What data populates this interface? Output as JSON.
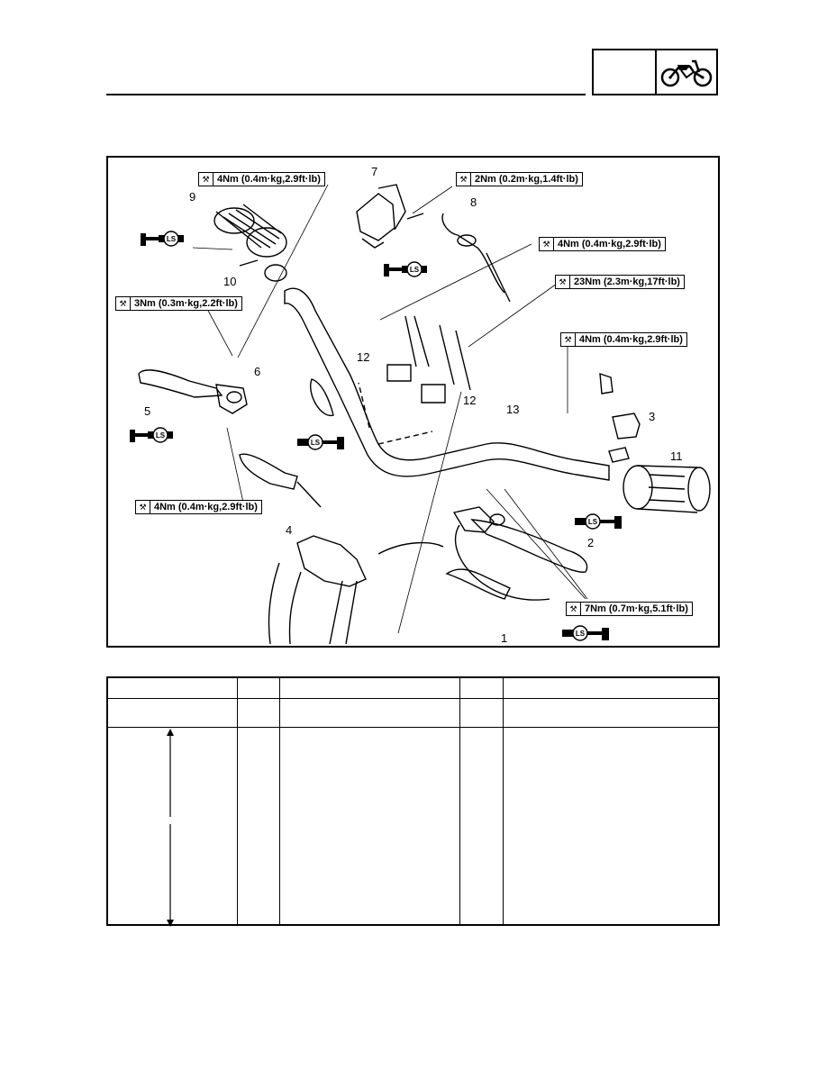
{
  "header": {
    "vehicle_icon": "motorcycle-icon"
  },
  "diagram": {
    "torque_labels": [
      {
        "id": "t1",
        "text": "4Nm (0.4m·kg,2.9ft·lb)"
      },
      {
        "id": "t2",
        "text": "2Nm (0.2m·kg,1.4ft·lb)"
      },
      {
        "id": "t3",
        "text": "4Nm (0.4m·kg,2.9ft·lb)"
      },
      {
        "id": "t4",
        "text": "23Nm (2.3m·kg,17ft·lb)"
      },
      {
        "id": "t5",
        "text": "3Nm (0.3m·kg,2.2ft·lb)"
      },
      {
        "id": "t6",
        "text": "4Nm (0.4m·kg,2.9ft·lb)"
      },
      {
        "id": "t7",
        "text": "4Nm (0.4m·kg,2.9ft·lb)"
      },
      {
        "id": "t8",
        "text": "7Nm (0.7m·kg,5.1ft·lb)"
      }
    ],
    "callouts": [
      "1",
      "2",
      "3",
      "4",
      "5",
      "6",
      "7",
      "8",
      "9",
      "10",
      "11",
      "12",
      "12",
      "13"
    ],
    "lubricant_symbol": "LS"
  },
  "table": {
    "rows": [
      [
        "",
        "",
        "",
        "",
        ""
      ],
      [
        "",
        "",
        "",
        "",
        ""
      ]
    ]
  }
}
